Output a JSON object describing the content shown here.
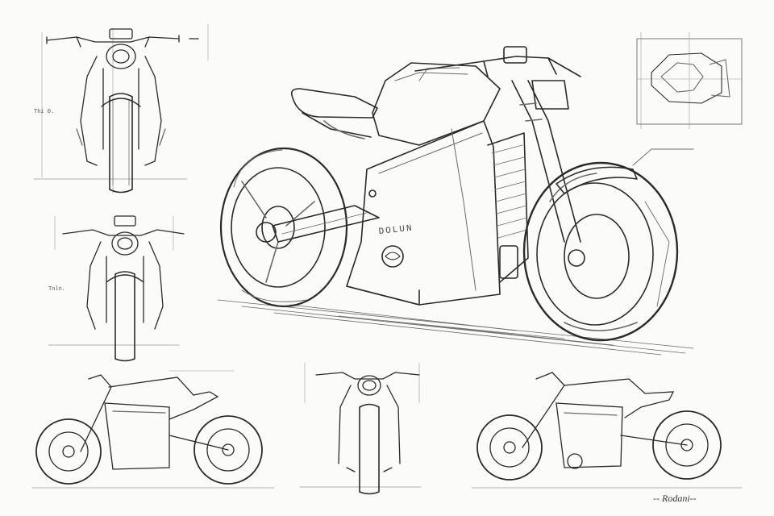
{
  "sheet": {
    "paper_color": "#fbfbfa",
    "ink_color": "#2a2a2a",
    "shade_color": "#6b6b6b",
    "light_color": "#9a9a9a"
  },
  "hero": {
    "tank_text": "DOLUN"
  },
  "callouts": {
    "front_top": "Thi 0.",
    "front_mid": "Tnln.",
    "rear_low": "",
    "center_front": "",
    "side_left": ""
  },
  "signature": "-- Rodani--"
}
